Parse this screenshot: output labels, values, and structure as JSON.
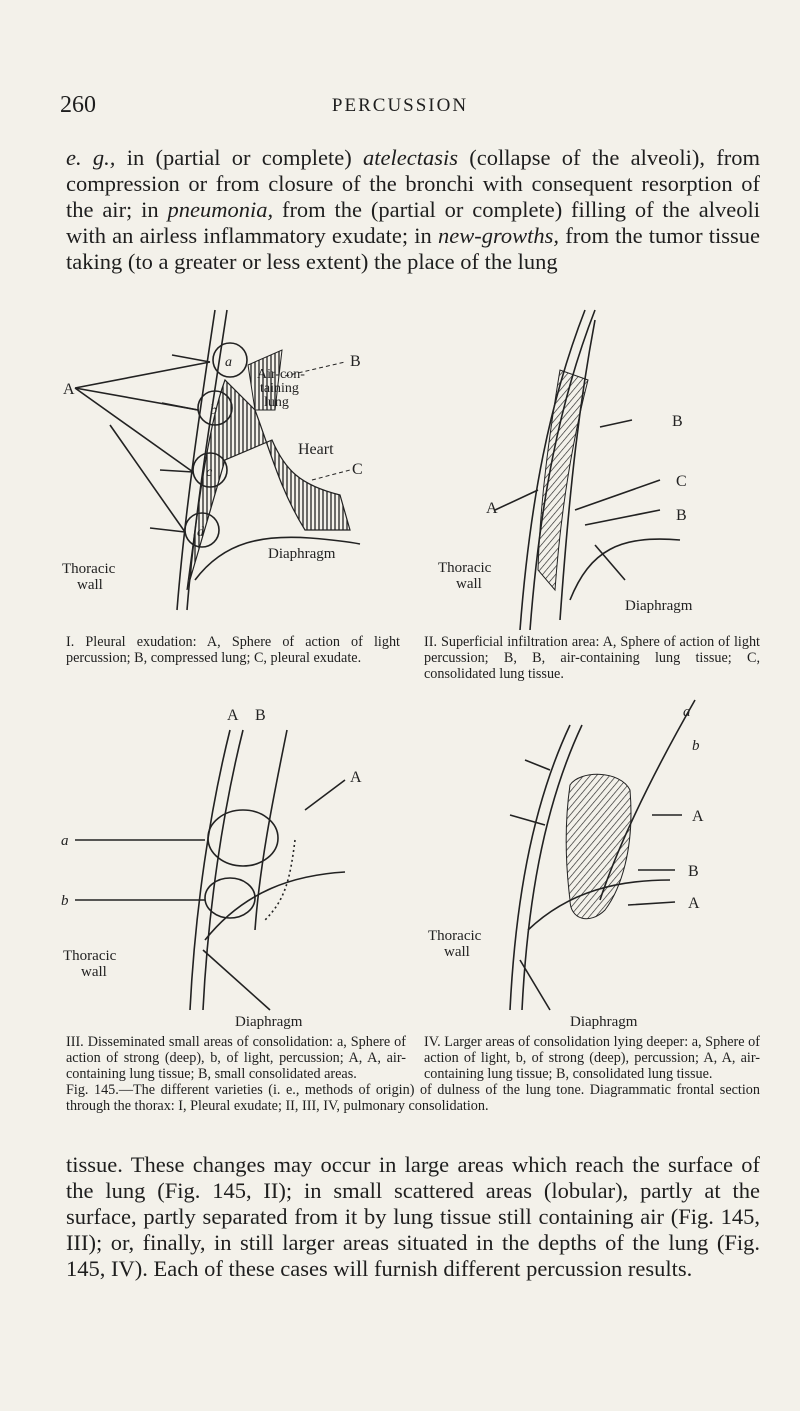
{
  "header": {
    "page_number": "260",
    "running_title": "PERCUSSION"
  },
  "body_top": {
    "lead": "e. g.,",
    "t1": " in (partial or complete) ",
    "term1": "atelectasis",
    "t2": " (collapse of the alveoli), from compression or from closure of the bronchi with consequent resorption of the air; in ",
    "term2": "pneumonia,",
    "t3": " from the (partial or complete) filling of the alveoli with an airless inflammatory exudate; in ",
    "term3": "new-growths,",
    "t4": " from the tumor tissue taking (to a greater or less extent) the place of the lung"
  },
  "figures": {
    "fig1": {
      "labels": {
        "A": "A",
        "B": "B",
        "C": "C",
        "a": "a",
        "b": "b",
        "c": "c",
        "d": "d",
        "air1": "Air-con-",
        "air2": "taining",
        "air3": "lung",
        "heart": "Heart",
        "diaphragm": "Diaphragm",
        "wall1": "Thoracic",
        "wall2": "wall"
      },
      "caption": "I. Pleural exudation: A, Sphere of action of light percussion; B, compressed lung; C, pleural exudate."
    },
    "fig2": {
      "labels": {
        "A": "A",
        "B1": "B",
        "C": "C",
        "B2": "B",
        "wall1": "Thoracic",
        "wall2": "wall",
        "diaphragm": "Diaphragm"
      },
      "caption": "II. Superficial infiltration area: A, Sphere of action of light percussion; B, B, air-containing lung tissue; C, consolidated lung tissue."
    },
    "fig3": {
      "labels": {
        "A1": "A",
        "B": "B",
        "A2": "A",
        "a": "a",
        "b": "b",
        "wall1": "Thoracic",
        "wall2": "wall",
        "diaphragm": "Diaphragm"
      },
      "caption": "III. Disseminated small areas of consolidation: a, Sphere of action of strong (deep), b, of light, percussion; A, A, air-containing lung tissue; B, small consolidated areas."
    },
    "fig4": {
      "labels": {
        "a": "a",
        "b": "b",
        "A1": "A",
        "B": "B",
        "A2": "A",
        "wall1": "Thoracic",
        "wall2": "wall",
        "diaphragm": "Diaphragm"
      },
      "caption": "IV. Larger areas of consolidation lying deeper: a, Sphere of action of light, b, of strong (deep), percussion; A, A, air-containing lung tissue; B, consolidated lung tissue."
    },
    "main_caption": "Fig. 145.—The different varieties (i. e., methods of origin) of dulness of the lung tone. Diagrammatic frontal section through the thorax: I, Pleural exudate; II, III, IV, pulmonary consolidation."
  },
  "body_bottom": {
    "text": "tissue. These changes may occur in large areas which reach the surface of the lung (Fig. 145, II); in small scattered areas (lobular), partly at the surface, partly separated from it by lung tissue still containing air (Fig. 145, III); or, finally, in still larger areas situated in the depths of the lung (Fig. 145, IV). Each of these cases will furnish different percussion results."
  }
}
